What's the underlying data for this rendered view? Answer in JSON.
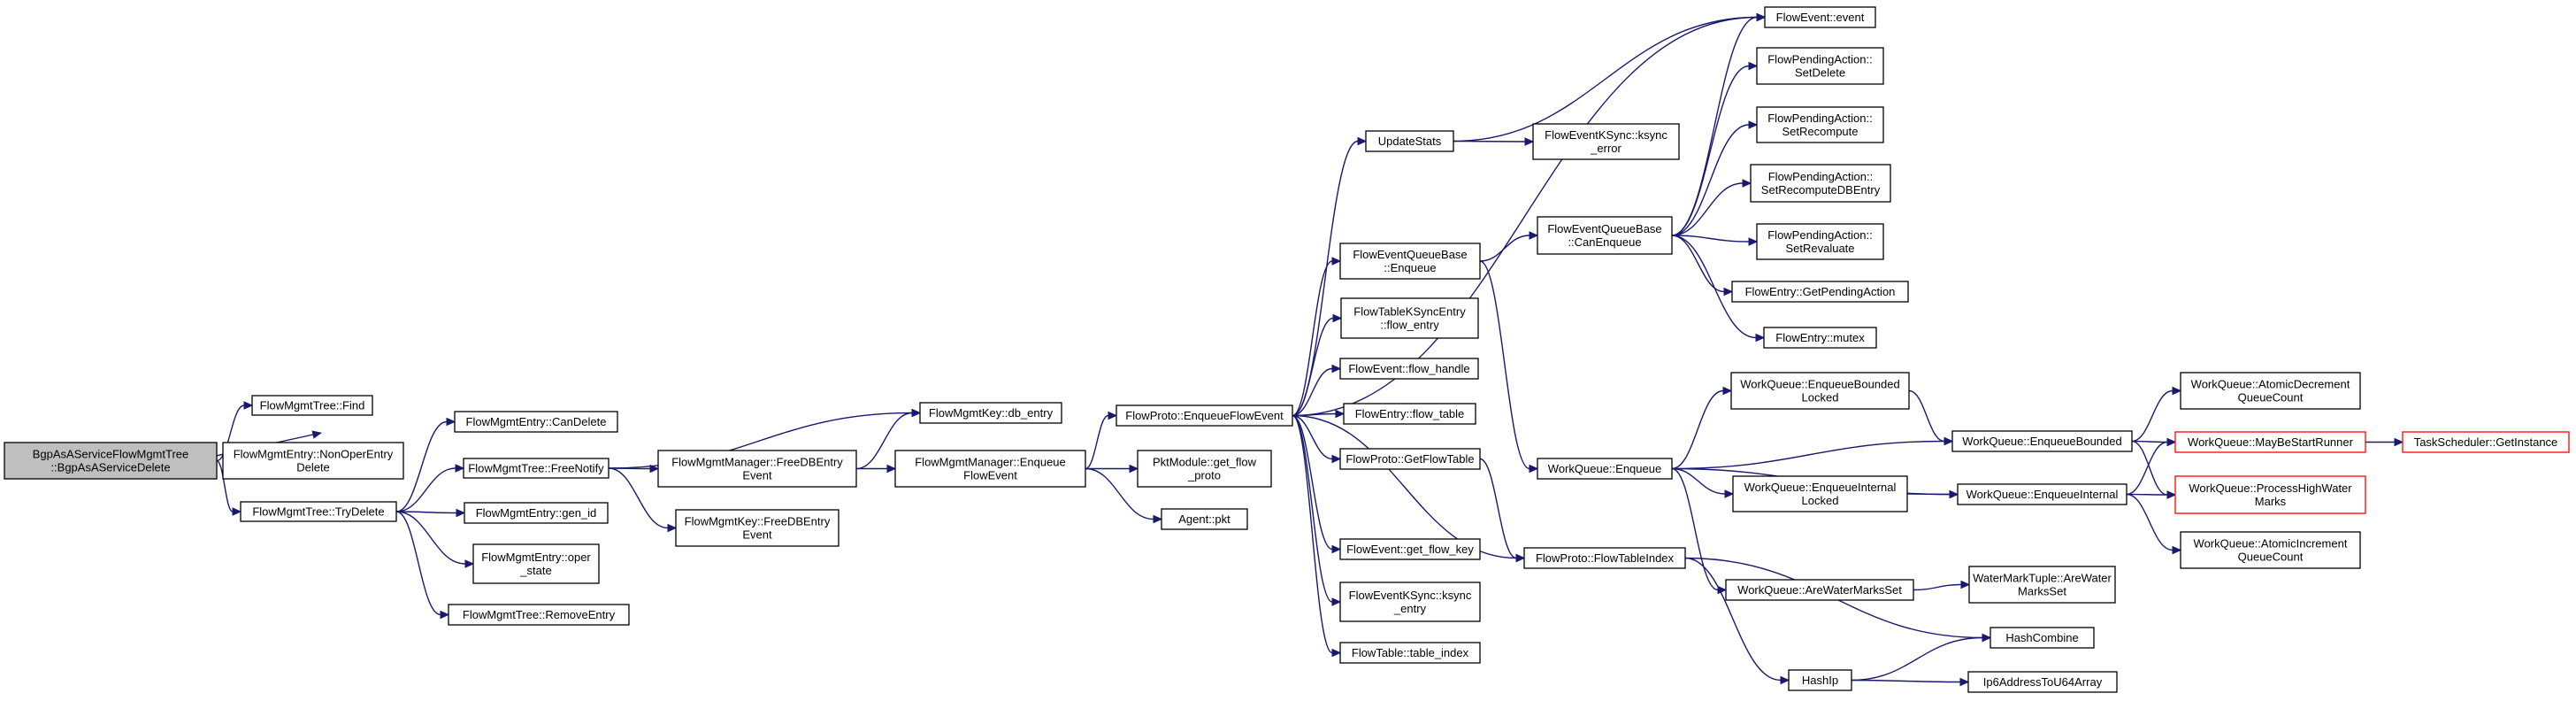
{
  "colors": {
    "edge": "#191970",
    "border": "#000000",
    "truncated_border": "#ff0000",
    "root_fill": "#bfbfbf",
    "node_fill": "#ffffff"
  },
  "nodes": {
    "root": [
      "BgpAsAServiceFlowMgmtTree",
      "::BgpAsAServiceDelete"
    ],
    "find": [
      "FlowMgmtTree::Find"
    ],
    "nonoper": [
      "FlowMgmtEntry::NonOperEntry",
      "Delete"
    ],
    "trydelete": [
      "FlowMgmtTree::TryDelete"
    ],
    "candelete": [
      "FlowMgmtEntry::CanDelete"
    ],
    "freenotify": [
      "FlowMgmtTree::FreeNotify"
    ],
    "genid": [
      "FlowMgmtEntry::gen_id"
    ],
    "operstate": [
      "FlowMgmtEntry::oper",
      "_state"
    ],
    "removeentry": [
      "FlowMgmtTree::RemoveEntry"
    ],
    "mgrfreedb": [
      "FlowMgmtManager::FreeDBEntry",
      "Event"
    ],
    "keyfreedb": [
      "FlowMgmtKey::FreeDBEntry",
      "Event"
    ],
    "dbentry": [
      "FlowMgmtKey::db_entry"
    ],
    "mgrenq": [
      "FlowMgmtManager::Enqueue",
      "FlowEvent"
    ],
    "protoenq": [
      "FlowProto::EnqueueFlowEvent"
    ],
    "pktmodule": [
      "PktModule::get_flow",
      "_proto"
    ],
    "agentpkt": [
      "Agent::pkt"
    ],
    "updatestats": [
      "UpdateStats"
    ],
    "kstatsksync": [
      "FlowEventKSync::ksync",
      "_error"
    ],
    "feqbenq": [
      "FlowEventQueueBase",
      "::Enqueue"
    ],
    "ftksync": [
      "FlowTableKSyncEntry",
      "::flow_entry"
    ],
    "flowhandle": [
      "FlowEvent::flow_handle"
    ],
    "flowtable": [
      "FlowEntry::flow_table"
    ],
    "getflowtable": [
      "FlowProto::GetFlowTable"
    ],
    "getflowkey": [
      "FlowEvent::get_flow_key"
    ],
    "ksyncentry": [
      "FlowEventKSync::ksync",
      "_entry"
    ],
    "tableindex": [
      "FlowTable::table_index"
    ],
    "event": [
      "FlowEvent::event"
    ],
    "setdelete": [
      "FlowPendingAction::",
      "SetDelete"
    ],
    "setrecompute": [
      "FlowPendingAction::",
      "SetRecompute"
    ],
    "setrecomputedb": [
      "FlowPendingAction::",
      "SetRecomputeDBEntry"
    ],
    "setrevaluate": [
      "FlowPendingAction::",
      "SetRevaluate"
    ],
    "pendingaction": [
      "FlowEntry::GetPendingAction"
    ],
    "mutex": [
      "FlowEntry::mutex"
    ],
    "canenq": [
      "FlowEventQueueBase",
      "::CanEnqueue"
    ],
    "wqenq": [
      "WorkQueue::Enqueue"
    ],
    "protoindex": [
      "FlowProto::FlowTableIndex"
    ],
    "wqenqbl": [
      "WorkQueue::EnqueueBounded",
      "Locked"
    ],
    "wqenqil": [
      "WorkQueue::EnqueueInternal",
      "Locked"
    ],
    "wqwater": [
      "WorkQueue::AreWaterMarksSet"
    ],
    "wqenqb": [
      "WorkQueue::EnqueueBounded"
    ],
    "wqenqi": [
      "WorkQueue::EnqueueInternal"
    ],
    "wmtuple": [
      "WaterMarkTuple::AreWater",
      "MarksSet"
    ],
    "hashcombine": [
      "HashCombine"
    ],
    "haship": [
      "HashIp"
    ],
    "ip6": [
      "Ip6AddressToU64Array"
    ],
    "atomdec": [
      "WorkQueue::AtomicDecrement",
      "QueueCount"
    ],
    "maybestart": [
      "WorkQueue::MayBeStartRunner"
    ],
    "processhigh": [
      "WorkQueue::ProcessHighWater",
      "Marks"
    ],
    "atominc": [
      "WorkQueue::AtomicIncrement",
      "QueueCount"
    ],
    "getinstance": [
      "TaskScheduler::GetInstance"
    ]
  }
}
